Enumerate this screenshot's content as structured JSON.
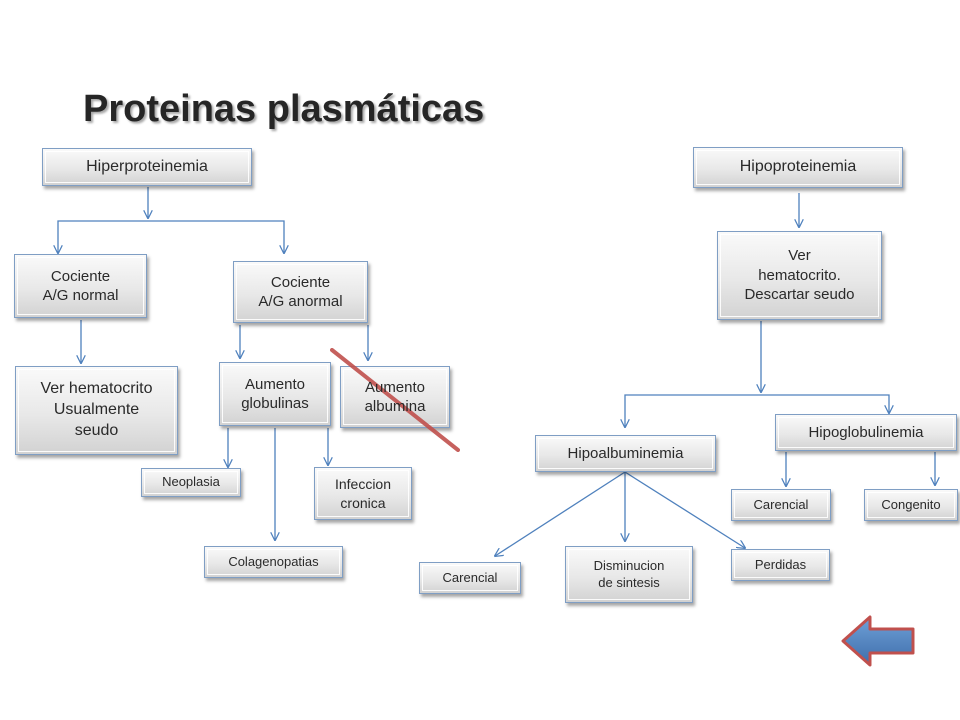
{
  "title": "Proteinas plasmáticas",
  "nodes": {
    "hiperproteinemia": "Hiperproteinemia",
    "cociente_normal": "Cociente\nA/G normal",
    "cociente_anormal": "Cociente\nA/G anormal",
    "ver_hematocrito_usualmente": "Ver hematocrito\nUsualmente\nseudo",
    "aumento_globulinas": "Aumento\nglobulinas",
    "aumento_albumina": "Aumento\nalbumina",
    "neoplasia": "Neoplasia",
    "infeccion_cronica": "Infeccion\ncronica",
    "colagenopatias": "Colagenopatias",
    "hipoproteinemia": "Hipoproteinemia",
    "ver_hematocrito_descartar": "Ver\nhematocrito.\nDescartar seudo",
    "hipoalbuminemia": "Hipoalbuminemia",
    "hipoglobulinemia": "Hipoglobulinemia",
    "carencial_albumina": "Carencial",
    "disminucion_sintesis": "Disminucion\nde sintesis",
    "perdidas": "Perdidas",
    "carencial_globulina": "Carencial",
    "congenito": "Congenito"
  },
  "colors": {
    "connector": "#4f81bd",
    "strike": "#c0504d",
    "back_arrow": "#4f81bd",
    "back_arrow_border": "#c0504d"
  },
  "icons": {
    "back": "back-arrow-icon",
    "strike": "strike-line"
  }
}
